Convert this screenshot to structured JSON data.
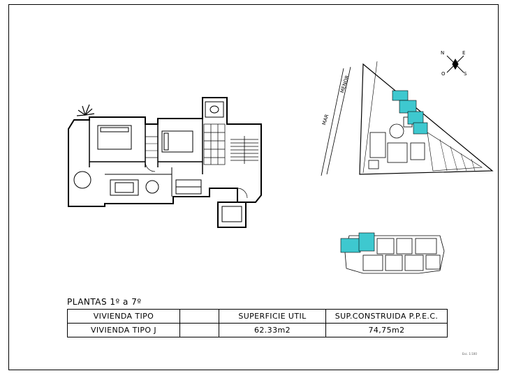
{
  "sheet": {
    "title": "PLANTAS 1º a 7º",
    "scale_note": "Esc. 1:100"
  },
  "table": {
    "headers": [
      "VIVIENDA TIPO",
      "",
      "SUPERFICIE UTIL",
      "SUP.CONSTRUIDA P.P.E.C."
    ],
    "row": [
      "VIVIENDA TIPO J",
      "",
      "62.33m2",
      "74,75m2"
    ]
  },
  "site_map": {
    "road_labels": [
      "MAR",
      "MENOR"
    ],
    "compass": [
      "N",
      "E",
      "S",
      "O"
    ]
  },
  "colors": {
    "highlight": "#3ec8cf",
    "lines": "#000000"
  }
}
